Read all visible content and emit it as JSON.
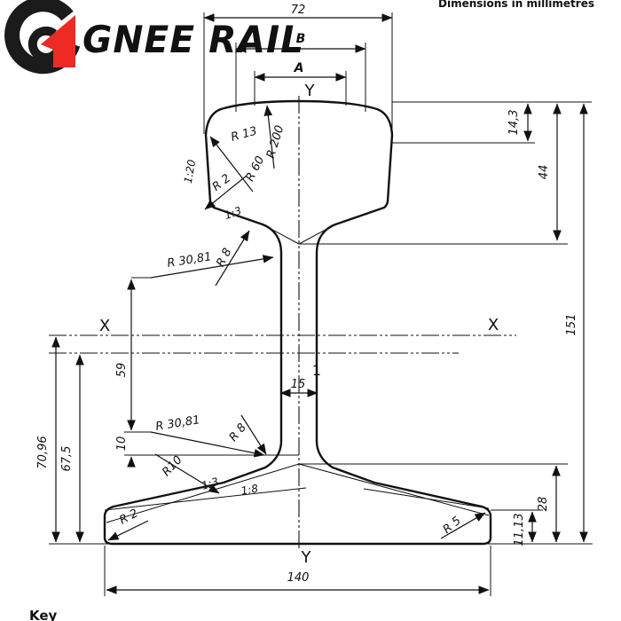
{
  "header": {
    "brand": "GNEE RAIL",
    "units_note": "Dimensions in millimetres"
  },
  "footer": {
    "key_label": "Key"
  },
  "axes": {
    "x_left": "X",
    "x_right": "X",
    "y_top": "Y",
    "y_bottom": "Y",
    "section_line": "1"
  },
  "dims": {
    "head_width": "72",
    "ref_b": "B",
    "ref_a": "A",
    "crown_drop": "14,3",
    "head_depth": "44",
    "total_height": "151",
    "web_thickness": "15",
    "axis_offset": "59",
    "fishing_offset": "10",
    "base_to_axis": "70,96",
    "base_to_line1": "67,5",
    "foot_edge_height": "11,13",
    "foot_height": "28",
    "foot_width": "140"
  },
  "radii": {
    "head_corner": "R 13",
    "crown": "R 200",
    "shoulder": "R 60",
    "head_chamfer": "R 2",
    "web_upper_large": "R 30,81",
    "web_upper_small": "R 8",
    "web_lower_large": "R 30,81",
    "web_lower_small": "R 8",
    "foot_blend": "R10",
    "foot_edge_left": "R 2",
    "foot_edge_right": "R 5"
  },
  "slopes": {
    "head_side": "1:20",
    "head_under": "1:3",
    "foot_top_inner": "1:3",
    "foot_top_outer": "1:8"
  },
  "colors": {
    "ink": "#111111",
    "brand_red": "#ed2a24",
    "brand_black": "#1b1b1b"
  }
}
